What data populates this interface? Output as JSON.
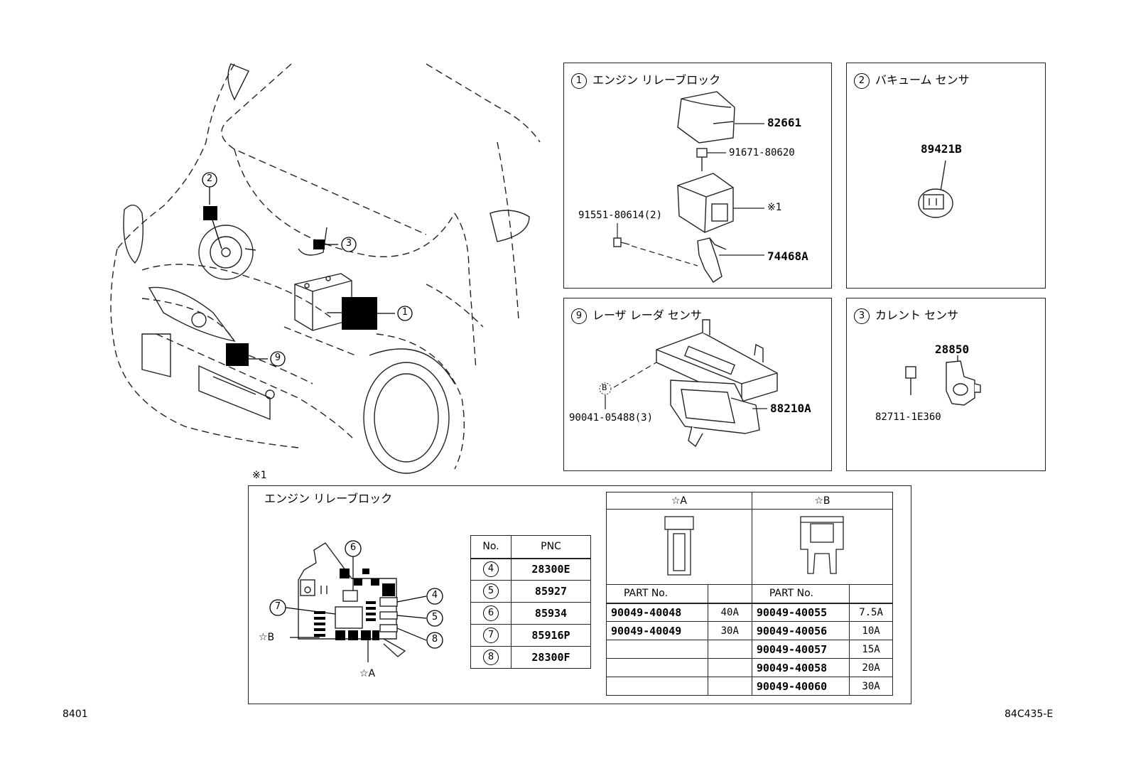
{
  "overview": {
    "callout_1": "1",
    "callout_2": "2",
    "callout_3": "3",
    "callout_9": "9"
  },
  "panel1": {
    "num": "1",
    "title": "エンジン リレーブロック",
    "parts": {
      "cover": "82661",
      "bolt": "91671-80620",
      "block_note": "※1",
      "screw": "91551-80614(2)",
      "bracket": "74468A"
    }
  },
  "panel2": {
    "num": "2",
    "title": "バキューム センサ",
    "part": "89421B"
  },
  "panel9": {
    "num": "9",
    "title": "レーザ レーダ センサ",
    "ref": "B",
    "screw": "90041-05488(3)",
    "part": "88210A"
  },
  "panel3": {
    "num": "3",
    "title": "カレント センサ",
    "sensor": "28850",
    "clip": "82711-1E360"
  },
  "detail": {
    "note": "※1",
    "title": "エンジン リレーブロック",
    "callouts": {
      "c4": "4",
      "c5": "5",
      "c6": "6",
      "c7": "7",
      "c8": "8",
      "star_a": "☆A",
      "star_b": "☆B"
    },
    "pnc_table": {
      "headers": [
        "No.",
        "PNC"
      ],
      "rows": [
        {
          "no": "4",
          "pnc": "28300E"
        },
        {
          "no": "5",
          "pnc": "85927"
        },
        {
          "no": "6",
          "pnc": "85934"
        },
        {
          "no": "7",
          "pnc": "85916P"
        },
        {
          "no": "8",
          "pnc": "28300F"
        }
      ]
    },
    "fuse_table": {
      "head_a": "☆A",
      "head_b": "☆B",
      "part_no": "PART No.",
      "a_rows": [
        {
          "part": "90049-40048",
          "amp": "40A"
        },
        {
          "part": "90049-40049",
          "amp": "30A"
        }
      ],
      "b_rows": [
        {
          "part": "90049-40055",
          "amp": "7.5A"
        },
        {
          "part": "90049-40056",
          "amp": "10A"
        },
        {
          "part": "90049-40057",
          "amp": "15A"
        },
        {
          "part": "90049-40058",
          "amp": "20A"
        },
        {
          "part": "90049-40060",
          "amp": "30A"
        }
      ]
    }
  },
  "footer": {
    "left": "8401",
    "right": "84C435-E"
  }
}
